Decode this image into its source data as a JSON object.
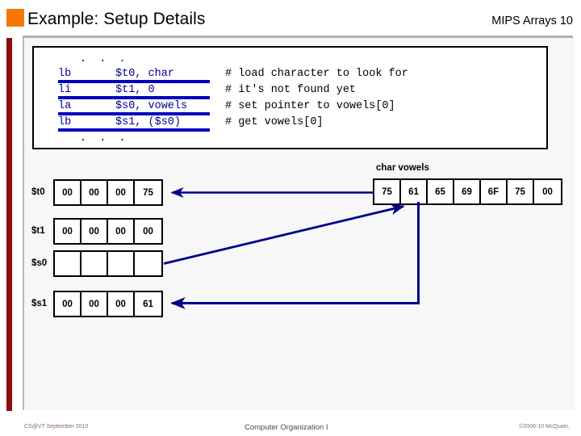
{
  "header": {
    "title": "Example: Setup Details",
    "topic": "MIPS Arrays 10",
    "accent_color": "#F57900",
    "rule_color": "#B0B0B0",
    "side_bar_color": "#8C0B0B"
  },
  "code_block": {
    "ellipsis_top": ". . .",
    "ellipsis_bottom": ". . .",
    "code_color": "#00008B",
    "underline_color": "#0000C0",
    "lines": [
      {
        "mnemonic": "lb",
        "operands": "$t0, char",
        "comment": "# load character to look for",
        "underlined": true
      },
      {
        "mnemonic": "li",
        "operands": "$t1, 0",
        "comment": "# it's not found yet",
        "underlined": true
      },
      {
        "mnemonic": "la",
        "operands": "$s0, vowels",
        "comment": "# set pointer to vowels[0]",
        "underlined": true
      },
      {
        "mnemonic": "lb",
        "operands": "$s1, ($s0)",
        "comment": "# get vowels[0]",
        "underlined": true
      }
    ]
  },
  "registers": [
    {
      "name": "$t0",
      "cells": [
        "00",
        "00",
        "00",
        "75"
      ]
    },
    {
      "name": "$t1",
      "cells": [
        "00",
        "00",
        "00",
        "00"
      ]
    },
    {
      "name": "$s0",
      "cells": [
        "",
        "",
        "",
        ""
      ]
    },
    {
      "name": "$s1",
      "cells": [
        "00",
        "00",
        "00",
        "61"
      ]
    }
  ],
  "memory": {
    "label": "char vowels",
    "cells": [
      "75",
      "61",
      "65",
      "69",
      "6F",
      "75",
      "00"
    ]
  },
  "connectors": {
    "color": "#00008B",
    "items": [
      {
        "name": "arrow-vowels0-to-t0",
        "from": "memory.cells.0",
        "to": "registers.0"
      },
      {
        "name": "arrow-s0-to-vowels1",
        "from": "registers.2",
        "to": "memory.cells.1"
      },
      {
        "name": "arrow-vowels1-to-s1",
        "from": "memory.cells.1",
        "to": "registers.3"
      }
    ]
  },
  "footer": {
    "left": "CS@VT September 2010",
    "center": "Computer Organization I",
    "right": "©2006-10  McQuain."
  }
}
